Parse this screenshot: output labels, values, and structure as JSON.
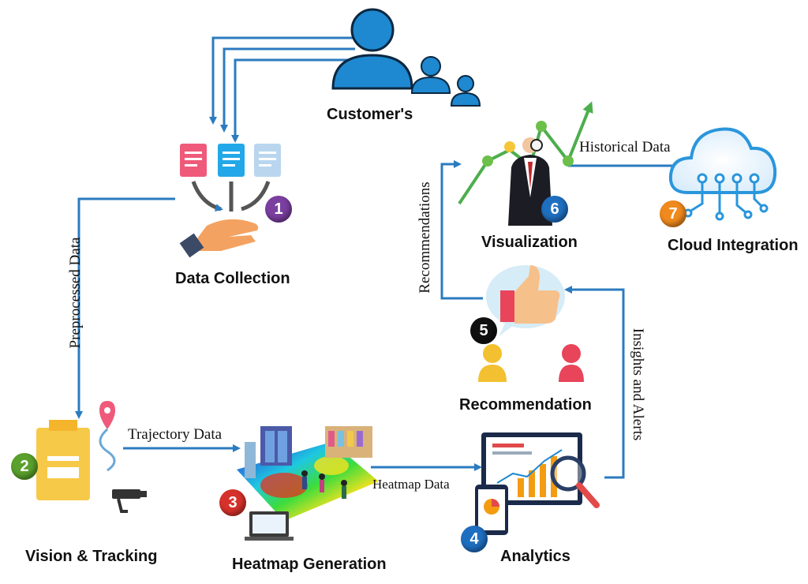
{
  "nodes": {
    "customers": "Customer's",
    "data_collection": "Data Collection",
    "vision_tracking": "Vision & Tracking",
    "heatmap_generation": "Heatmap Generation",
    "analytics": "Analytics",
    "recommendation": "Recommendation",
    "visualization": "Visualization",
    "cloud_integration": "Cloud Integration"
  },
  "badges": {
    "data_collection": "1",
    "vision_tracking": "2",
    "heatmap_generation": "3",
    "analytics": "4",
    "recommendation": "5",
    "visualization": "6",
    "cloud_integration": "7"
  },
  "edges": {
    "preprocessed": "Preprocessed Data",
    "trajectory": "Trajectory Data",
    "heatmap": "Heatmap Data",
    "insights": "Insights and Alerts",
    "recommendations": "Recommendations",
    "historical": "Historical Data"
  },
  "colors": {
    "arrow": "#2b7bbf",
    "person_blue": "#1e88d0",
    "badge_purple": "#7b3fa0",
    "badge_green": "#5aa02c",
    "badge_red": "#d6322b",
    "badge_blue": "#1f6fc0",
    "badge_black": "#111111",
    "badge_orange": "#f08a1e"
  }
}
